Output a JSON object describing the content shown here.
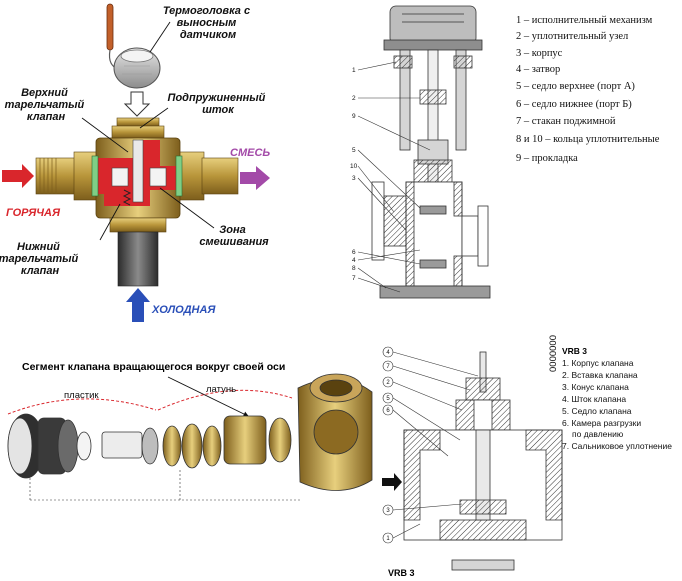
{
  "panel_thermo": {
    "label_head": [
      "Термоголовка с",
      "выносным",
      "датчиком"
    ],
    "label_upper_valve": [
      "Верхний",
      "тарельчатый",
      "клапан"
    ],
    "label_stem": [
      "Подпружиненный",
      "шток"
    ],
    "label_mix": "СМЕСЬ",
    "label_hot": "ГОРЯЧАЯ",
    "label_zone": [
      "Зона",
      "смешивания"
    ],
    "label_lower_valve": [
      "Нижний",
      "тарельчатый",
      "клапан"
    ],
    "label_cold": "ХОЛОДНАЯ",
    "colors": {
      "hot": "#d9262c",
      "mix": "#a34aa8",
      "cold": "#2a4fb8",
      "brass": "#b8953a"
    }
  },
  "panel_section": {
    "legend": [
      "1 – исполнительный механизм",
      "2 – уплотнительный узел",
      "3 – корпус",
      "4 – затвор",
      "5 – седло верхнее (порт  А)",
      "6 – седло нижнее (порт Б)",
      "7 – стакан поджимной",
      "8 и 10 – кольца уплотнительные",
      "9 – прокладка"
    ],
    "callouts": [
      "1",
      "2",
      "9",
      "5",
      "10",
      "3",
      "6",
      "4",
      "8",
      "7"
    ]
  },
  "panel_rotary": {
    "title": "Сегмент клапана вращающегося вокруг своей оси",
    "label_plastic": "пластик",
    "label_brass": "латунь"
  },
  "panel_vrb": {
    "title": "VRB 3",
    "caption": "VRB 3",
    "side_code": "0000000",
    "legend": [
      "1. Корпус клапана",
      "2. Вставка клапана",
      "3. Конус клапана",
      "4. Шток клапана",
      "5. Седло клапана",
      "6. Камера разгрузки",
      "по давлению",
      "7. Сальниковое уплотнение"
    ],
    "callouts": [
      "4",
      "7",
      "2",
      "5",
      "6",
      "3",
      "1"
    ]
  }
}
